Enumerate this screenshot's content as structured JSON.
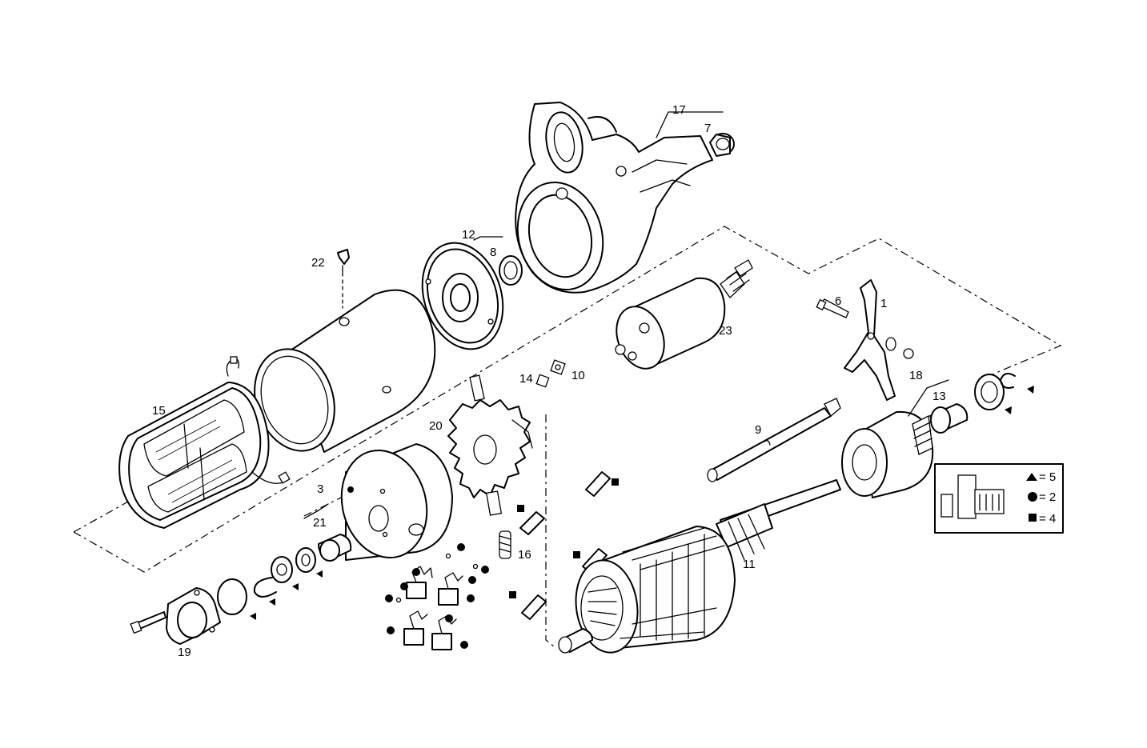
{
  "diagram": {
    "part_labels": {
      "p1": "1",
      "p3": "3",
      "p6": "6",
      "p7": "7",
      "p8": "8",
      "p9": "9",
      "p10": "10",
      "p11": "11",
      "p12": "12",
      "p13": "13",
      "p14": "14",
      "p15": "15",
      "p16": "16",
      "p17": "17",
      "p18": "18",
      "p19": "19",
      "p20": "20",
      "p21": "21",
      "p22": "22",
      "p23": "23"
    },
    "legend": {
      "triangle_text": "= 5",
      "circle_text": "= 2",
      "square_text": "= 4"
    }
  }
}
